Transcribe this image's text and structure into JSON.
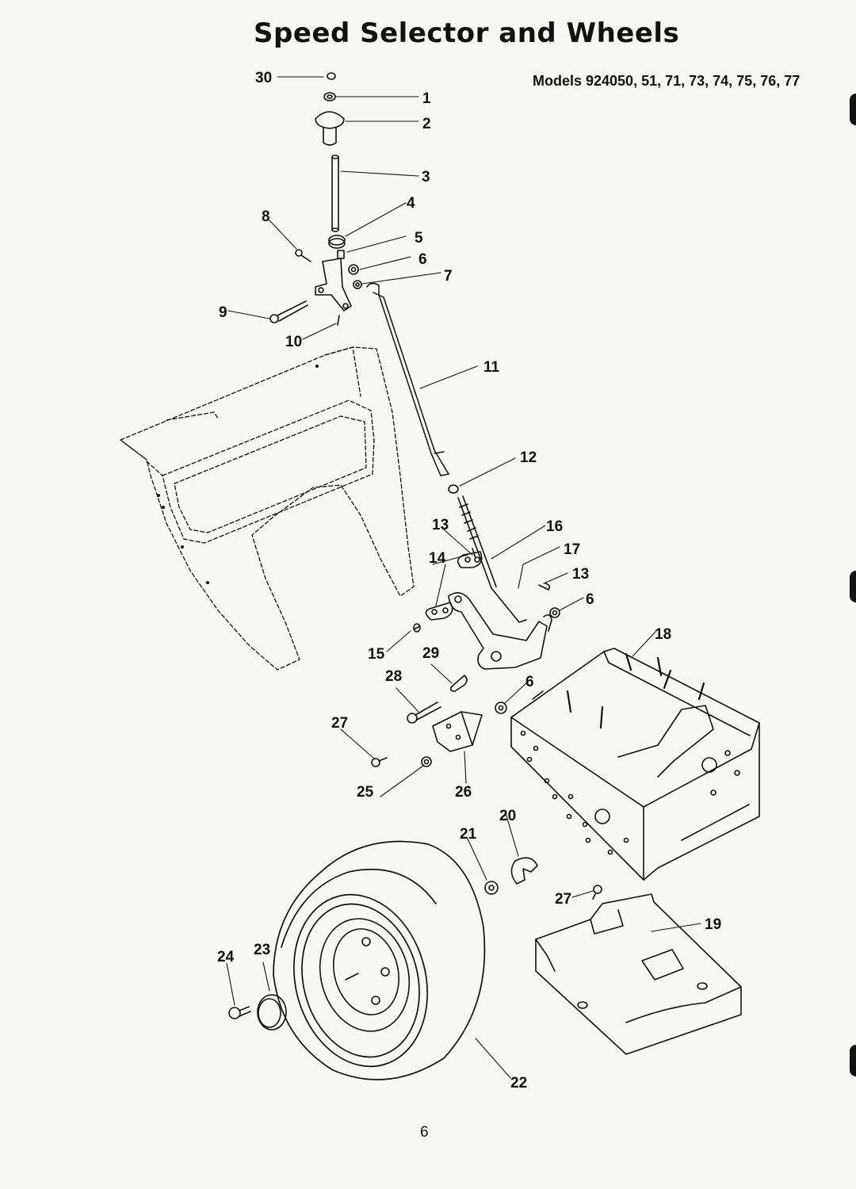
{
  "page": {
    "title": "Speed Selector and Wheels",
    "models": "Models 924050, 51, 71, 73, 74, 75, 76, 77",
    "page_number": "6"
  },
  "callouts": {
    "c1": "1",
    "c2": "2",
    "c3": "3",
    "c4": "4",
    "c5": "5",
    "c6a": "6",
    "c6b": "6",
    "c6c": "6",
    "c7": "7",
    "c8": "8",
    "c9": "9",
    "c10": "10",
    "c11": "11",
    "c12": "12",
    "c13a": "13",
    "c13b": "13",
    "c14": "14",
    "c15": "15",
    "c16": "16",
    "c17": "17",
    "c18": "18",
    "c19": "19",
    "c20": "20",
    "c21": "21",
    "c22": "22",
    "c23": "23",
    "c24": "24",
    "c25": "25",
    "c26": "26",
    "c27a": "27",
    "c27b": "27",
    "c28": "28",
    "c29": "29",
    "c30": "30"
  }
}
